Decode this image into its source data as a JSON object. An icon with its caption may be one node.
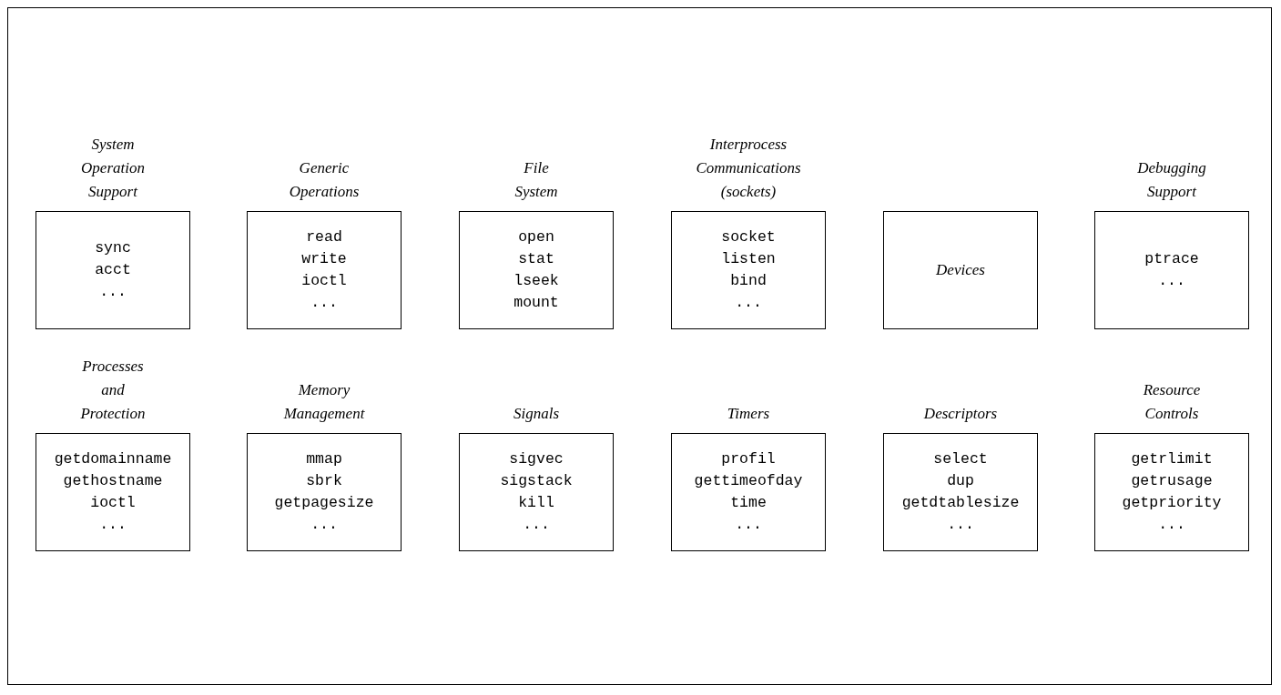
{
  "diagram": {
    "nodes": [
      {
        "text": [
          "System Operation Support",
          "sync acct ..."
        ]
      },
      {
        "text": [
          "Generic Operations",
          "read write ioctl ..."
        ]
      },
      {
        "text": [
          "File System",
          "open stat lseek mount"
        ]
      },
      {
        "text": [
          "Interprocess Communications (sockets)",
          "socket listen bind ..."
        ]
      },
      {
        "text": [
          "Devices"
        ]
      },
      {
        "text": [
          "Debugging Support",
          "ptrace ..."
        ]
      },
      {
        "text": [
          "Processes and Protection",
          "getdomainname gethostname ioctl ..."
        ]
      },
      {
        "text": [
          "Memory Management",
          "mmap sbrk getpagesize ..."
        ]
      },
      {
        "text": [
          "Signals",
          "sigvec sigstack kill ..."
        ]
      },
      {
        "text": [
          "Timers",
          "profil gettimeofday time ..."
        ]
      },
      {
        "text": [
          "Descriptors",
          "select dup getdtablesize ..."
        ]
      },
      {
        "text": [
          "Resource Controls",
          "getrlimit getrusage getpriority ..."
        ]
      }
    ]
  }
}
